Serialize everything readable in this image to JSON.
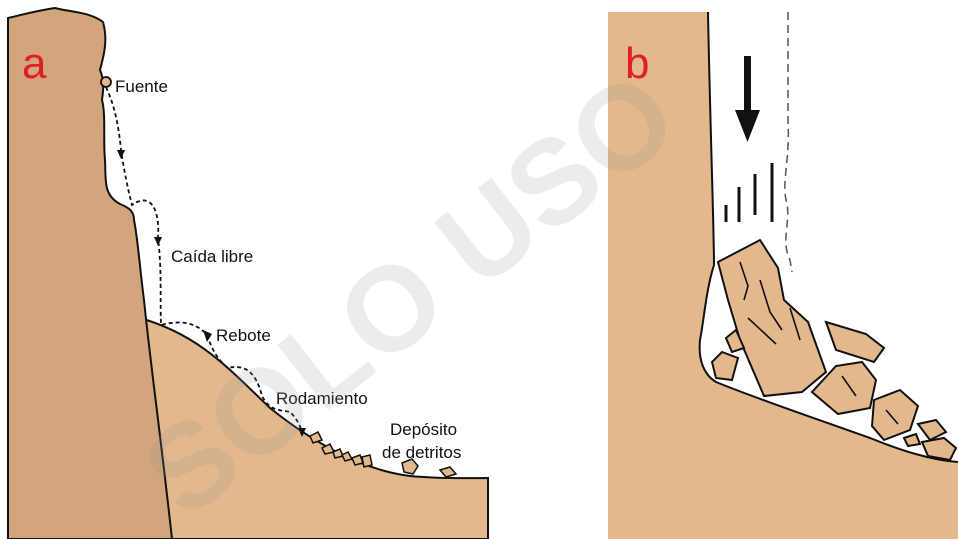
{
  "colors": {
    "rock_fill": "#e2b88c",
    "cliff_shadow": "#d2a57c",
    "outline": "#111111",
    "panel_letter": "#e02020",
    "watermark": "#9a9a9a"
  },
  "panel_a": {
    "letter": "a",
    "labels": {
      "source": "Fuente",
      "free_fall": "Caída libre",
      "bounce": "Rebote",
      "rolling": "Rodamiento",
      "debris_line1": "Depósito",
      "debris_line2": "de detritos"
    }
  },
  "panel_b": {
    "letter": "b",
    "icons": [
      "down-arrow-icon",
      "fall-motion-lines-icon"
    ]
  },
  "watermark": "SOLO USO"
}
